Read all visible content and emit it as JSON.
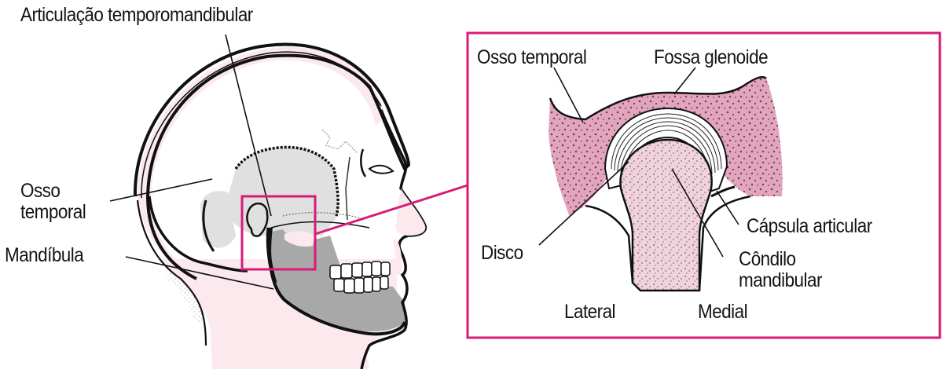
{
  "figure": {
    "title_label": "Articulação temporomandibular",
    "accent_color": "#d81b7a",
    "skin_color": "#fbe9ee",
    "bone_pink": "#e3a5bd",
    "condyle_pink": "#f0d2dc",
    "skull_gray": "#e0e0e0",
    "mandible_gray": "#a8a8a8"
  },
  "head_view": {
    "labels": {
      "joint": "Articulação temporomandibular",
      "temporal_bone_line1": "Osso",
      "temporal_bone_line2": "temporal",
      "mandible": "Mandíbula"
    }
  },
  "inset_view": {
    "labels": {
      "temporal_bone": "Osso temporal",
      "glenoid_fossa": "Fossa glenoide",
      "articular_capsule": "Cápsula articular",
      "disc": "Disco",
      "condyle_line1": "Côndilo",
      "condyle_line2": "mandibular",
      "lateral": "Lateral",
      "medial": "Medial"
    }
  }
}
